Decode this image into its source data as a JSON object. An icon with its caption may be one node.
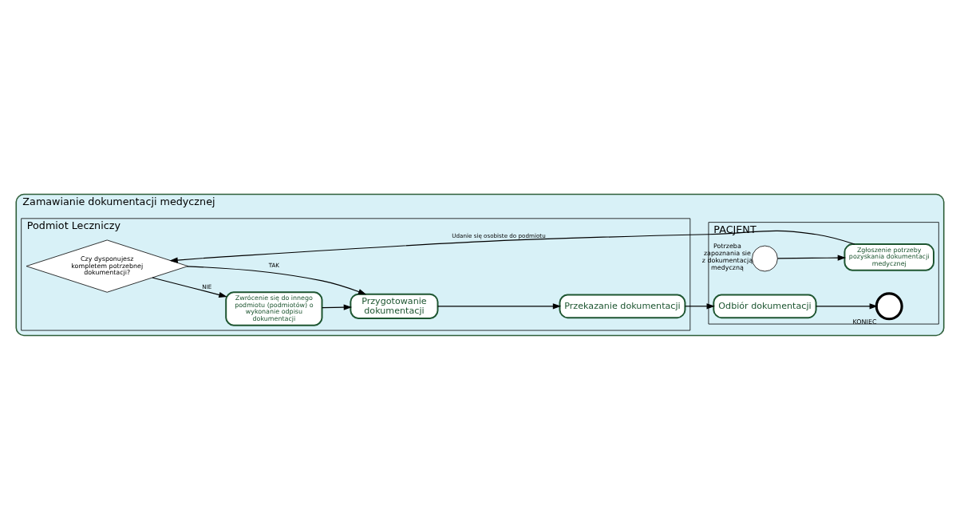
{
  "diagram": {
    "nodes": [
      {
        "text": [
          "Zamawianie dokumentacji medycznej"
        ]
      },
      {
        "text": [
          "PACJENT"
        ],
        "in": 0
      },
      {
        "text": [],
        "shape": "circle",
        "beside": [
          "Potrzeba zapoznania sie z dokumentacją medyczną"
        ],
        "in": 1
      },
      {
        "text": [
          "Zgłoszenie potrzeby pozyskania dokumentacji medycznej"
        ],
        "in": 1
      },
      {
        "text": [
          "Odbiór dokumentacji"
        ],
        "in": 1
      },
      {
        "text": [],
        "shape": "circle",
        "beside": [
          "KONIEC"
        ],
        "in": 1
      },
      {
        "text": [
          "Podmiot Leczniczy"
        ],
        "in": 0
      },
      {
        "text": [
          "Czy dysponujesz kompletem potrzebnej dokumentacji?"
        ],
        "in": 6
      },
      {
        "text": [
          "Zwrócenie się do innego podmiotu (podmiotów) o wykonanie odpisu dokumentacji"
        ],
        "in": 6
      },
      {
        "text": [
          "Przygotowanie dokumentacji"
        ],
        "in": 6
      },
      {
        "text": [
          "Przekazanie dokumentacji"
        ],
        "in": 6
      }
    ],
    "edges": [
      {
        "from": 2,
        "to": 3,
        "arrow": "to"
      },
      {
        "from": 3,
        "to": 7,
        "arrow": "to",
        "label": "Udanie się osobiste do podmiotu"
      },
      {
        "from": 7,
        "to": 8,
        "arrow": "to",
        "label": "NIE"
      },
      {
        "from": 8,
        "to": 9,
        "arrow": "to"
      },
      {
        "from": 7,
        "to": 9,
        "arrow": "to",
        "label": "TAK"
      },
      {
        "from": 9,
        "to": 10,
        "arrow": "to"
      },
      {
        "from": 10,
        "to": 4,
        "arrow": "to"
      },
      {
        "from": 4,
        "to": 5,
        "arrow": "to"
      }
    ]
  }
}
